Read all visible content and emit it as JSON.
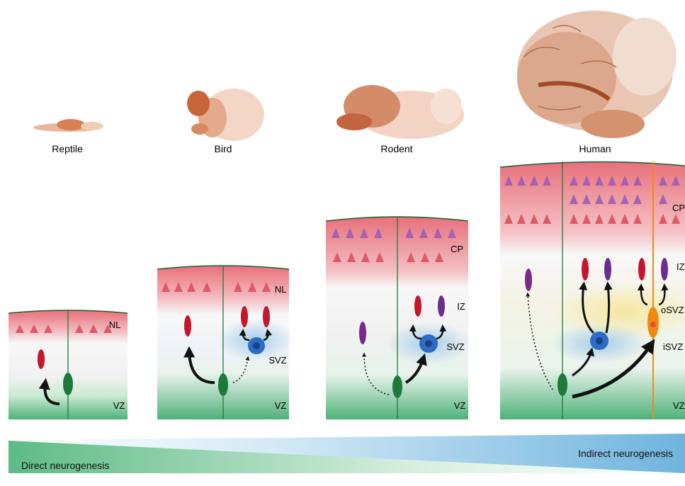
{
  "species": [
    "Reptile",
    "Bird",
    "Rodent",
    "Human"
  ],
  "zone_labels": {
    "reptile": {
      "layer": "NL",
      "vz": "VZ"
    },
    "bird": {
      "layer": "NL",
      "svz": "SVZ",
      "vz": "VZ"
    },
    "rodent": {
      "cp": "CP",
      "iz": "IZ",
      "svz": "SVZ",
      "vz": "VZ"
    },
    "human": {
      "cp": "CP",
      "iz": "IZ",
      "osvz": "oSVZ",
      "isvz": "iSVZ",
      "vz": "VZ"
    }
  },
  "gradient": {
    "direct": "Direct neurogenesis",
    "indirect": "Indirect neurogenesis"
  },
  "colors": {
    "vz_green": "#3fae6a",
    "pink": "#e8707a",
    "blue_svz": "#9ec9ea",
    "yellow_osvz": "#f6e79a",
    "neuron_red": "#c4172c",
    "neuron_purple": "#6a2d8f",
    "radial_glia": "#1f7a3a",
    "ipc_blue": "#2b6cc4",
    "orange": "#f08a12"
  }
}
